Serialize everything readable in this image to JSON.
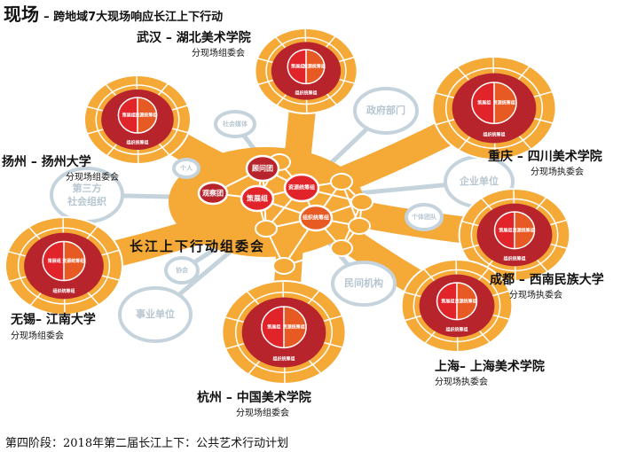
{
  "header": {
    "title": "现场",
    "subtitle": "– 跨地域7大现场响应长江上下行动"
  },
  "center": {
    "committee": "长江上下行动组委会",
    "nodes": [
      "顾问团",
      "策展组",
      "观察团",
      "资源统筹组",
      "组织统筹组"
    ]
  },
  "social_bubbles": [
    "社会媒体",
    "政府部门",
    "第三方社会组织",
    "个人",
    "企业单位",
    "个体团队",
    "协会",
    "事业单位",
    "民间机构"
  ],
  "cluster_inner": {
    "left": "策展组",
    "right": "资源统筹组",
    "bottom": "组织统筹组"
  },
  "sites": [
    {
      "city": "武汉 – 湖北美术学院",
      "role": "分现场组委会"
    },
    {
      "city": "扬州 – 扬州大学",
      "role": "分现场组委会"
    },
    {
      "city": "重庆 – 四川美术学院",
      "role": "分现场执委会"
    },
    {
      "city": "成都 – 西南民族大学",
      "role": "分现场执委会"
    },
    {
      "city": "上海– 上海美术学院",
      "role": "分现场执委会"
    },
    {
      "city": "无锡– 江南大学",
      "role": "分现场组委会"
    },
    {
      "city": "杭州 – 中国美术学院",
      "role": "分现场组委会"
    }
  ],
  "caption": "第四阶段：2018年第二届长江上下：公共艺术行动计划",
  "colors": {
    "orange": "#f5a937",
    "dark_red": "#b8242c",
    "red": "#e0242a",
    "orange_red": "#e85a24",
    "gray": "#c5d3dc"
  }
}
